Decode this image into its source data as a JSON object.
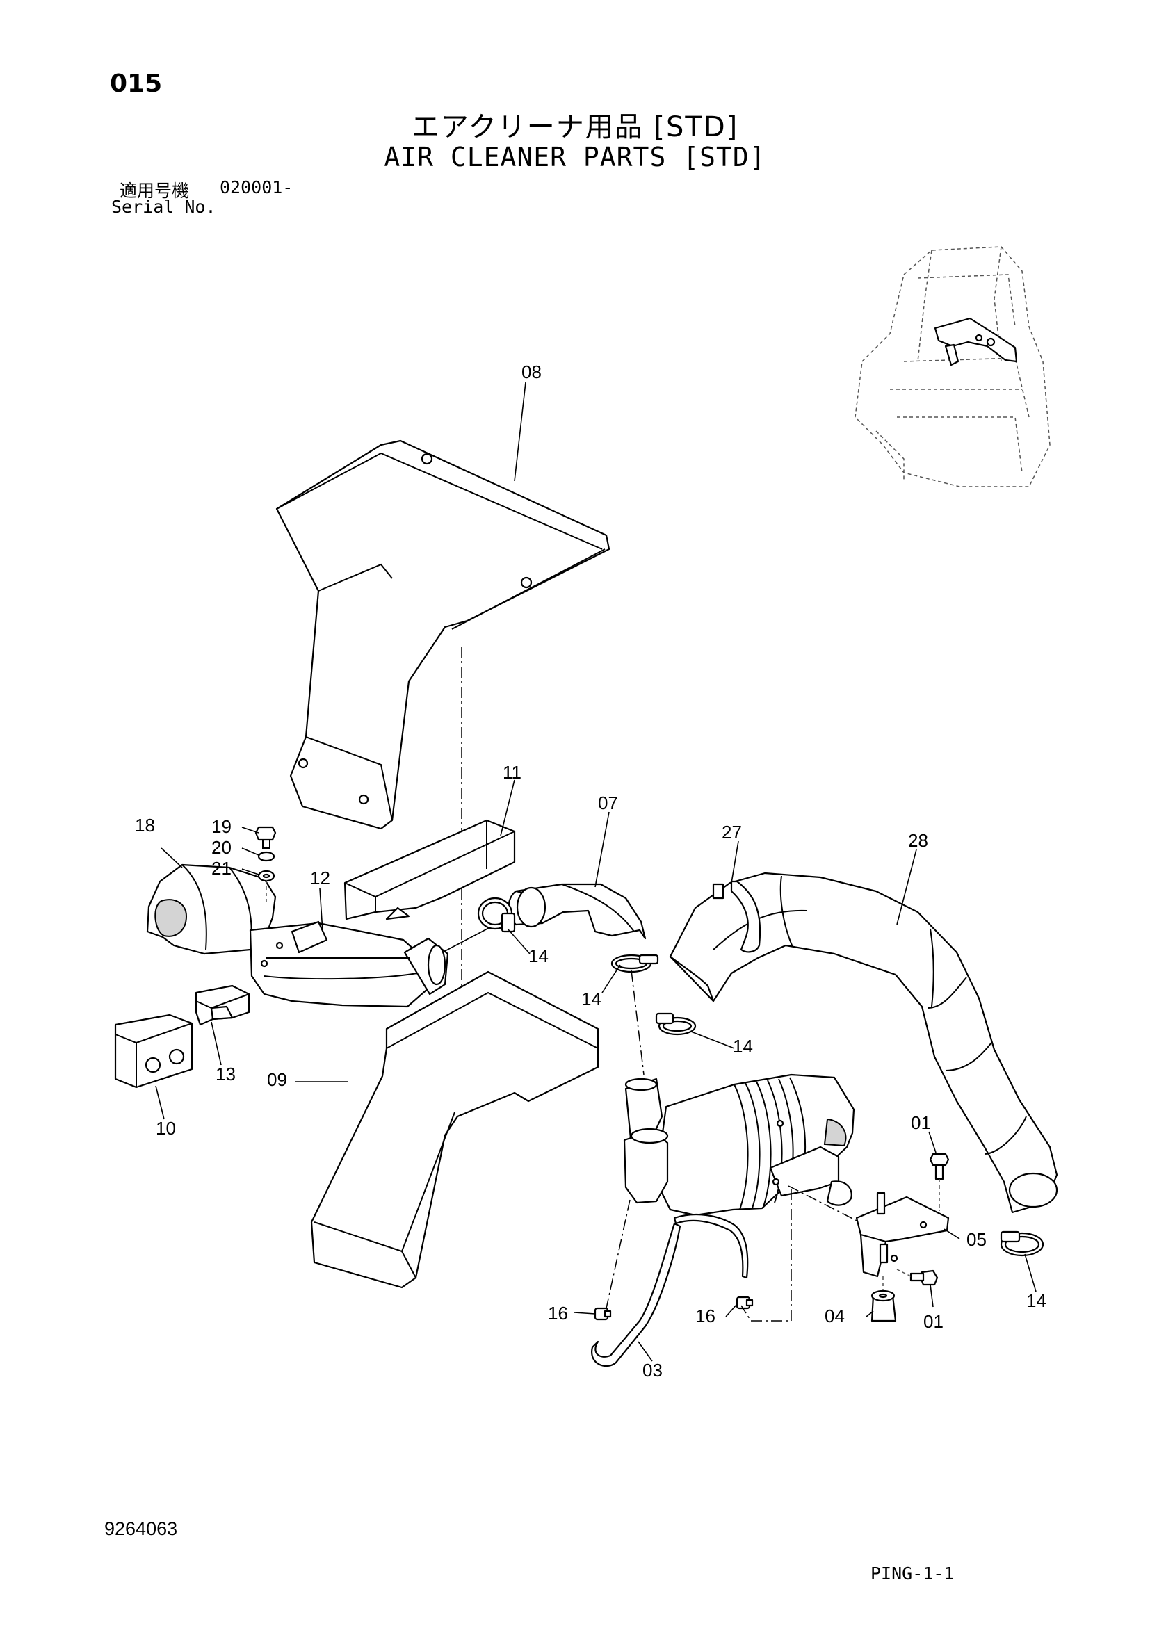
{
  "page_number": "015",
  "title_ja": "エアクリーナ用品 [STD]",
  "title_en": "AIR CLEANER PARTS [STD]",
  "serial": {
    "label_ja": "適用号機",
    "range": "020001-",
    "label_en": "Serial No."
  },
  "drawing_number": "9264063",
  "sheet_code": "PING-1-1",
  "callouts": {
    "c08": "08",
    "c11": "11",
    "c07": "07",
    "c27": "27",
    "c28": "28",
    "c19": "19",
    "c20": "20",
    "c21": "21",
    "c18": "18",
    "c12": "12",
    "c14a": "14",
    "c14b": "14",
    "c14c": "14",
    "c14d": "14",
    "c13": "13",
    "c10": "10",
    "c09": "09",
    "c01a": "01",
    "c05": "05",
    "c01b": "01",
    "c04": "04",
    "c16a": "16",
    "c16b": "16",
    "c03": "03"
  }
}
